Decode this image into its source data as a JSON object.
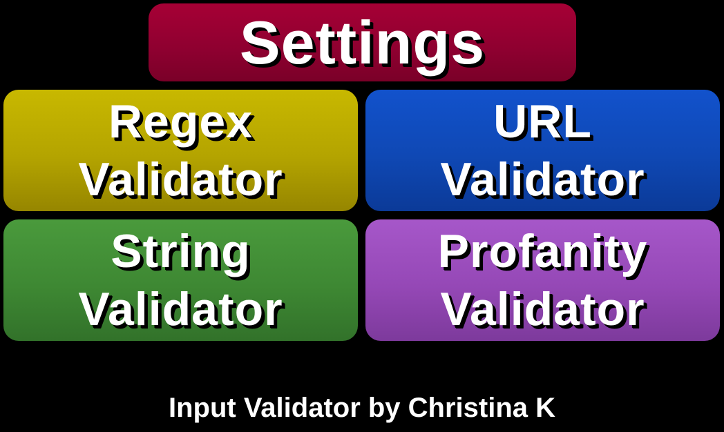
{
  "settings": {
    "label": "Settings",
    "color": "#8e0030"
  },
  "validators": {
    "regex": {
      "line1": "Regex",
      "line2": "Validator",
      "color": "#b4a400"
    },
    "url": {
      "line1": "URL",
      "line2": "Validator",
      "color": "#0f48b4"
    },
    "string": {
      "line1": "String",
      "line2": "Validator",
      "color": "#3e8833"
    },
    "profanity": {
      "line1": "Profanity",
      "line2": "Validator",
      "color": "#9548b6"
    }
  },
  "footer": {
    "credit": "Input Validator by Christina K"
  }
}
